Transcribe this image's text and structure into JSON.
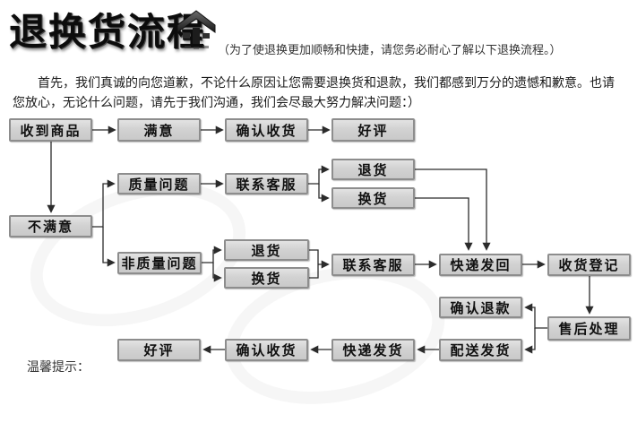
{
  "header": {
    "title": "退换货流程",
    "subtitle": "（为了使退换更加顺畅和快捷，请您务必耐心了解以下退换流程。）",
    "icon": "house-arrow-icon"
  },
  "intro": "首先，我们真诚的向您道歉，不论什么原因让您需要退换货和退款，我们都感到万分的遗憾和歉意。也请您放心，无论什么问题，请先于我们沟通，我们会尽最大努力解决问题：）",
  "footer_note": "温馨提示：",
  "colors": {
    "box_fill": "#d2d2d2",
    "box_border": "#8d8d8d",
    "connector": "#2b2b2b",
    "text": "#111111"
  },
  "flowchart": {
    "boxes": {
      "received": "收到商品",
      "satisfied": "满意",
      "confirm_receipt_top": "确认收货",
      "good_review_top": "好评",
      "quality_issue": "质量问题",
      "contact_cs_1": "联系客服",
      "return_1": "退货",
      "exchange_1": "换货",
      "dissatisfied": "不满意",
      "non_quality_issue": "非质量问题",
      "return_2": "退货",
      "exchange_2": "换货",
      "contact_cs_2": "联系客服",
      "ship_back": "快递发回",
      "receipt_register": "收货登记",
      "confirm_refund": "确认退款",
      "aftersales": "售后处理",
      "dispatch_goods": "配送发货",
      "express_delivery": "快递发货",
      "confirm_receipt_bottom": "确认收货",
      "good_review_bottom": "好评"
    }
  }
}
